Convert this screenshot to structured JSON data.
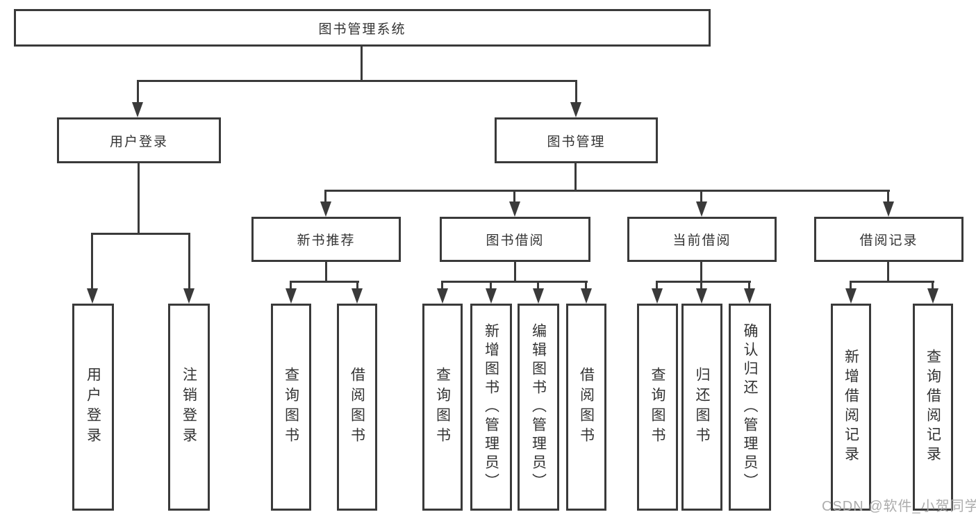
{
  "diagram": {
    "title": "图书管理系统",
    "root": {
      "label": "图书管理系统"
    },
    "level2": {
      "user_login": {
        "label": "用户登录"
      },
      "book_mgmt": {
        "label": "图书管理"
      }
    },
    "level3": {
      "new_book_rec": {
        "label": "新书推荐"
      },
      "book_borrow": {
        "label": "图书借阅"
      },
      "current_borrow": {
        "label": "当前借阅"
      },
      "borrow_records": {
        "label": "借阅记录"
      }
    },
    "leaves": {
      "user_login_leaf": {
        "label": "用户登录"
      },
      "logout": {
        "label": "注销登录"
      },
      "query_books_newrec": {
        "label": "查询图书"
      },
      "borrow_books_newrec": {
        "label": "借阅图书"
      },
      "query_books_borrow": {
        "label": "查询图书"
      },
      "add_books_admin": {
        "label": "新增图书（管理员）"
      },
      "edit_books_admin": {
        "label": "编辑图书（管理员）"
      },
      "borrow_books_borrow": {
        "label": "借阅图书"
      },
      "query_books_current": {
        "label": "查询图书"
      },
      "return_books": {
        "label": "归还图书"
      },
      "confirm_return_admin": {
        "label": "确认归还（管理员）"
      },
      "add_borrow_record": {
        "label": "新增借阅记录"
      },
      "query_borrow_record": {
        "label": "查询借阅记录"
      }
    }
  },
  "watermark": {
    "text": "CSDN @软件_小贺同学"
  },
  "colors": {
    "line": "#3a3a3a",
    "text": "#333333",
    "background": "#ffffff",
    "watermark": "#a8a8a8"
  }
}
